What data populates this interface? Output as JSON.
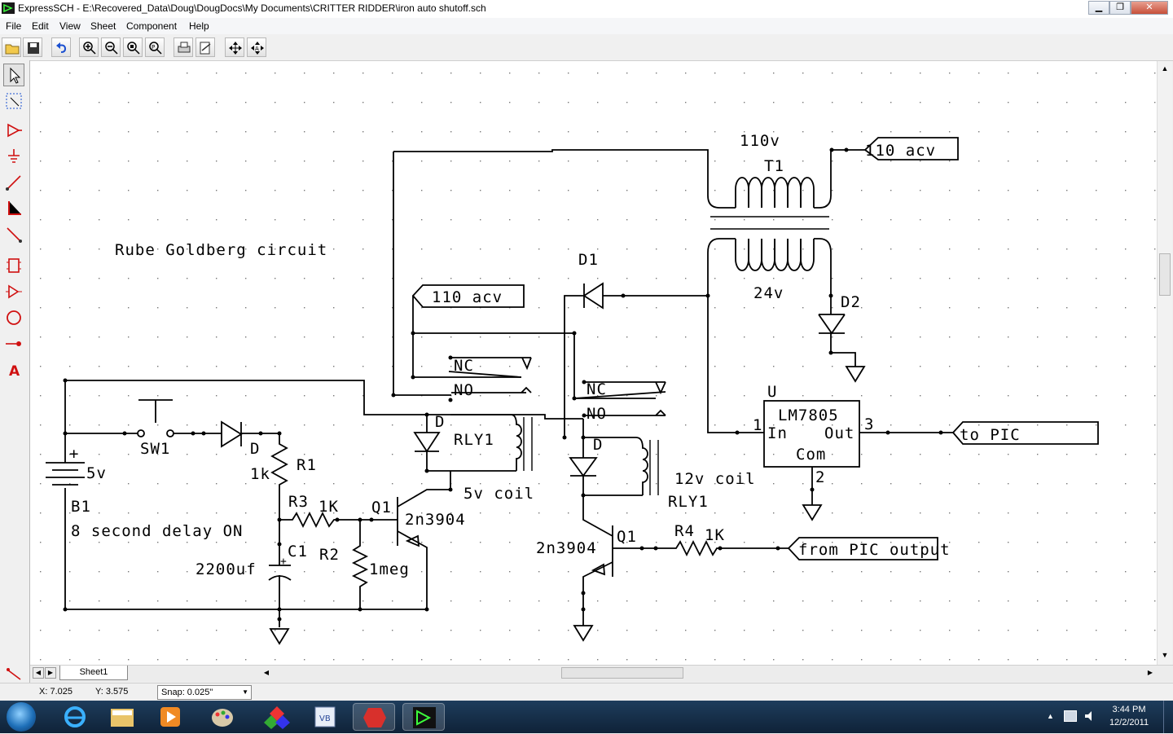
{
  "window": {
    "title": "ExpressSCH - E:\\Recovered_Data\\Doug\\DougDocs\\My Documents\\CRITTER RIDDER\\iron auto shutoff.sch",
    "minimize": "▁",
    "restore": "❐",
    "close": "✕"
  },
  "menu": [
    "File",
    "Edit",
    "View",
    "Sheet",
    "Component",
    "Help"
  ],
  "toolbar": {
    "icons": [
      "open-folder-icon",
      "save-icon",
      "undo-icon",
      "zoom-in-icon",
      "zoom-out-icon",
      "zoom-window-icon",
      "zoom-fit-icon",
      "print-icon",
      "print-preview-icon",
      "pan-icon",
      "center-icon"
    ]
  },
  "left_tools": [
    "select-arrow-icon",
    "zoom-select-icon",
    "component-icon",
    "ground-icon",
    "wire-icon",
    "bus-icon",
    "diagonal-wire-icon",
    "chip-icon",
    "gate-icon",
    "circle-icon",
    "pin-icon",
    "text-icon"
  ],
  "schematic": {
    "title_text": "Rube Goldberg circuit",
    "delay_note": "8 second delay ON",
    "labels": {
      "t1_top": "110v",
      "t1": "T1",
      "t1_bottom": "24v",
      "port_110_top": "110 acv",
      "port_110_mid": "110 acv",
      "d1": "D1",
      "d2": "D2",
      "u_label": "U",
      "reg_part": "LM7805",
      "reg_in": "In",
      "reg_out": "Out",
      "reg_com": "Com",
      "pin1": "1",
      "pin2": "2",
      "pin3": "3",
      "to_pic": "to PIC",
      "nc1": "NC",
      "no1": "NO",
      "nc2": "NC",
      "no2": "NO",
      "relay1_diode": "D",
      "relay1": "RLY1",
      "relay1_coil": "5v coil",
      "relay2_diode": "D",
      "relay2_coil": "12v coil",
      "relay2": "RLY1",
      "sw1": "SW1",
      "diode_d": "D",
      "r1": "R1",
      "r1_val": "1k",
      "r3": "R3",
      "r3_val": "1K",
      "q1a": "Q1",
      "q1a_part": "2n3904",
      "q1b": "Q1",
      "q1b_part": "2n3904",
      "r4": "R4",
      "r4_val": "1K",
      "from_pic": "from PIC output",
      "battery_v": "5v",
      "battery_plus": "+",
      "battery": "B1",
      "c1": "C1",
      "c1_val": "2200uf",
      "c1_plus": "+",
      "r2": "R2",
      "r2_val": "1meg"
    }
  },
  "sheet_tab": "Sheet1",
  "status": {
    "x": "X: 7.025",
    "y": "Y: 3.575",
    "snap": "Snap:  0.025\""
  },
  "taskbar": {
    "apps": [
      "start-orb-icon",
      "internet-explorer-icon",
      "file-explorer-icon",
      "media-player-icon",
      "paint-icon",
      "color-app-icon",
      "vb-icon",
      "red-app-icon",
      "expresssch-icon"
    ],
    "time": "3:44 PM",
    "date": "12/2/2011"
  }
}
